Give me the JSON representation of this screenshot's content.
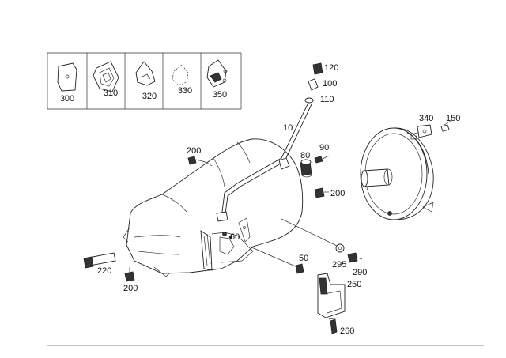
{
  "callouts": {
    "c300": "300",
    "c310": "310",
    "c320": "320",
    "c330": "330",
    "c350": "350",
    "c120": "120",
    "c100": "100",
    "c110": "110",
    "c10": "10",
    "c340": "340",
    "c150": "150",
    "c200a": "200",
    "c80": "80",
    "c90": "90",
    "c200b": "200",
    "c60": "60",
    "c50": "50",
    "c295": "295",
    "c290": "290",
    "c250": "250",
    "c220": "220",
    "c200c": "200",
    "c260": "260"
  },
  "colors": {
    "ink": "#222222",
    "background": "#ffffff",
    "rule": "#888888"
  }
}
